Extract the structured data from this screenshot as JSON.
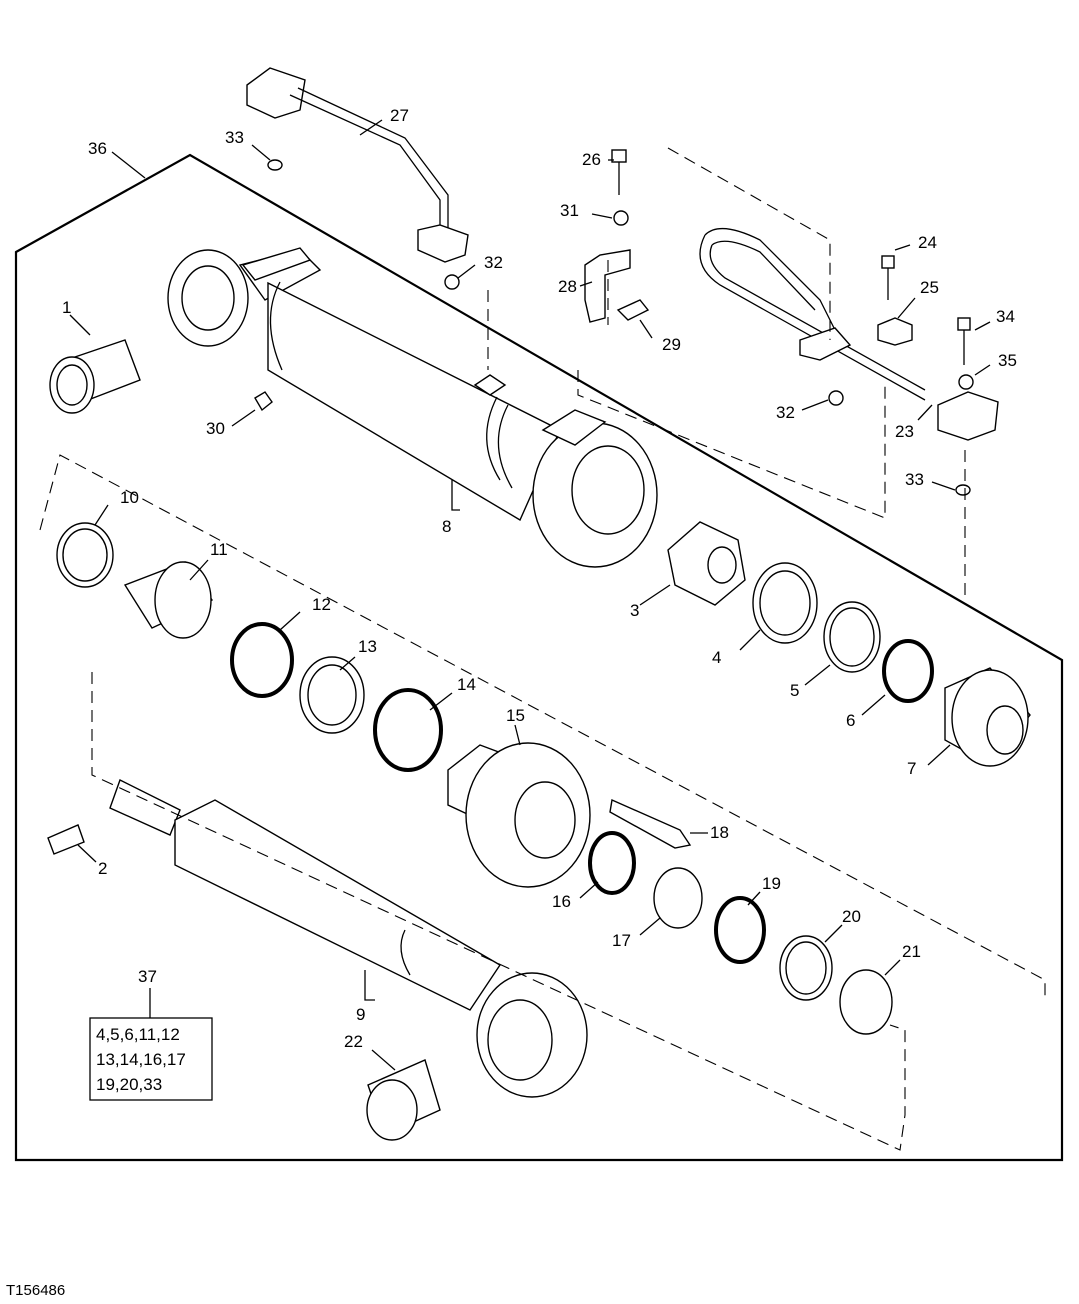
{
  "figure_id": "T156486",
  "callouts": [
    "1",
    "2",
    "3",
    "4",
    "5",
    "6",
    "7",
    "8",
    "9",
    "10",
    "11",
    "12",
    "13",
    "14",
    "15",
    "16",
    "17",
    "18",
    "19",
    "20",
    "21",
    "22",
    "23",
    "24",
    "25",
    "26",
    "27",
    "28",
    "29",
    "30",
    "31",
    "32",
    "32",
    "33",
    "33",
    "34",
    "35",
    "36",
    "37"
  ],
  "kit_box": {
    "label": "37",
    "lines": [
      "4,5,6,11,12",
      "13,14,16,17",
      "19,20,33"
    ]
  }
}
